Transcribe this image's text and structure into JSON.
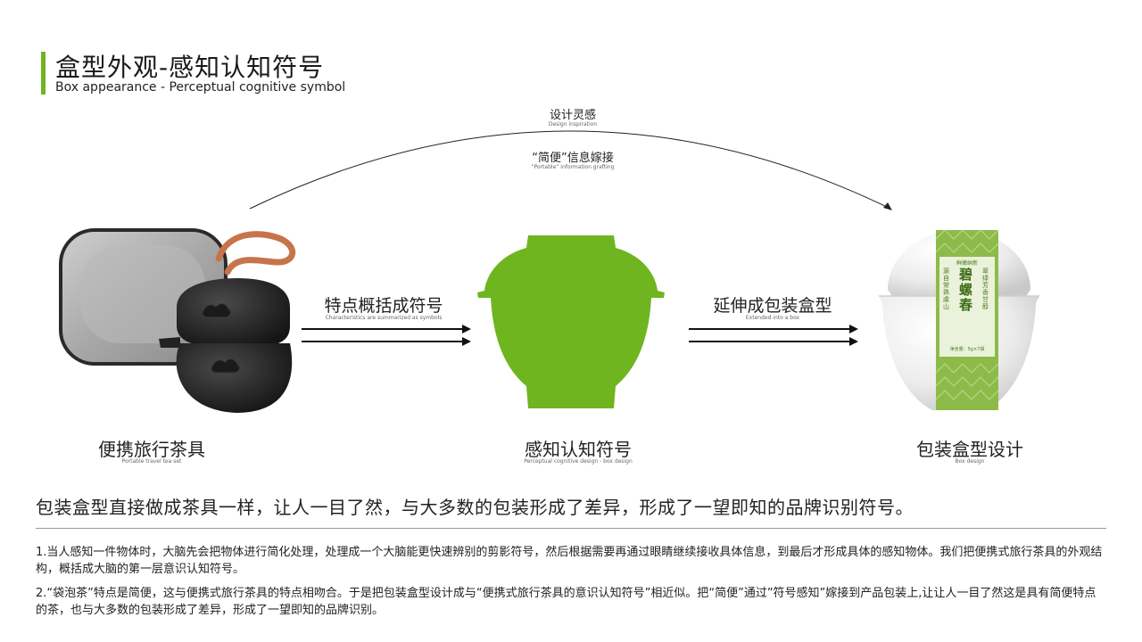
{
  "header": {
    "title": "盒型外观-感知认知符号",
    "subtitle": "Box appearance - Perceptual cognitive symbol"
  },
  "inspiration": {
    "title": "设计灵感",
    "title_en": "Design inspiration",
    "subtitle": "“简便”信息嫁接",
    "subtitle_en": "“Portable” information grafting"
  },
  "arrows": [
    {
      "label": "特点概括成符号",
      "label_en": "Characteristics are summarized as symbols"
    },
    {
      "label": "延伸成包装盒型",
      "label_en": "Extended into a box"
    }
  ],
  "stages": [
    {
      "label": "便携旅行茶具",
      "label_en": "Portable travel tea set"
    },
    {
      "label": "感知认知符号",
      "label_en": "Perceptual cognitive design - box design"
    },
    {
      "label": "包装盒型设计",
      "label_en": "Box design"
    }
  ],
  "label_band": {
    "name": "碧螺春",
    "col1": "源自常熟虞山",
    "col2": "翠绿芳香甘醇",
    "top_text": "鲜嫩纳新",
    "weight": "净含量：5g×7袋"
  },
  "colors": {
    "accent": "#6fb51f",
    "green_band": "#8dbb4a"
  },
  "summary": "包装盒型直接做成茶具一样，让人一目了然，与大多数的包装形成了差异，形成了一望即知的品牌识别符号。",
  "notes": [
    "1.当人感知一件物体时，大脑先会把物体进行简化处理，处理成一个大脑能更快速辨别的剪影符号，然后根据需要再通过眼睛继续接收具体信息，到最后才形成具体的感知物体。我们把便携式旅行茶具的外观结构，概括成大脑的第一层意识认知符号。",
    "2.“袋泡茶”特点是简便，这与便携式旅行茶具的特点相吻合。于是把包装盒型设计成与“便携式旅行茶具的意识认知符号”相近似。把“简便”通过”符号感知”嫁接到产品包装上,让让人一目了然这是具有简便特点的茶，也与大多数的包装形成了差异，形成了一望即知的品牌识别。"
  ]
}
